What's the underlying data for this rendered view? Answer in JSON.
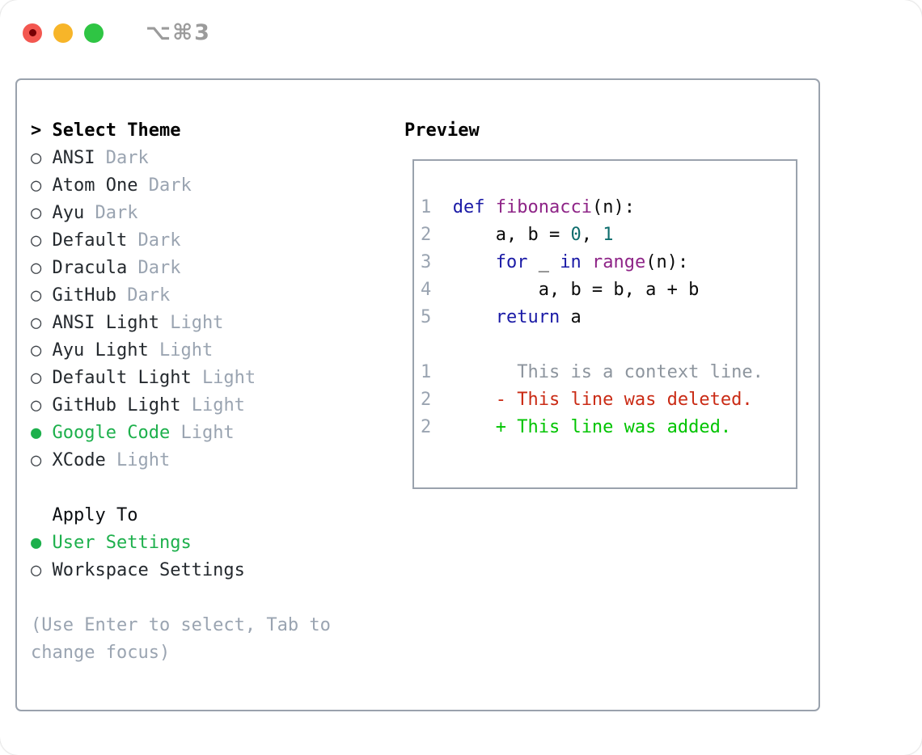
{
  "window": {
    "title": "⌥⌘3"
  },
  "colors": {
    "border_gray": "#9aa2ad",
    "text_dark": "#24292e",
    "muted_gray": "#9aa4b1",
    "selection_green": "#1db04c",
    "diff_added_green": "#00c400",
    "diff_deleted_red": "#ca2b15",
    "keyword_blue": "#1a1aa6",
    "function_purple": "#8e2487",
    "number_teal": "#0e6d6d",
    "titlebar_text_gray": "#9b9b9b",
    "traffic_red": "#f35750",
    "traffic_yellow": "#f7b529",
    "traffic_green": "#2fc544"
  },
  "theme_selector": {
    "prompt": ">",
    "header": "Select Theme",
    "radio_empty": "○",
    "radio_filled": "●",
    "themes": [
      {
        "name": "ANSI",
        "variant": "Dark",
        "selected": false
      },
      {
        "name": "Atom One",
        "variant": "Dark",
        "selected": false
      },
      {
        "name": "Ayu",
        "variant": "Dark",
        "selected": false
      },
      {
        "name": "Default",
        "variant": "Dark",
        "selected": false
      },
      {
        "name": "Dracula",
        "variant": "Dark",
        "selected": false
      },
      {
        "name": "GitHub",
        "variant": "Dark",
        "selected": false
      },
      {
        "name": "ANSI Light",
        "variant": "Light",
        "selected": false
      },
      {
        "name": "Ayu Light",
        "variant": "Light",
        "selected": false
      },
      {
        "name": "Default Light",
        "variant": "Light",
        "selected": false
      },
      {
        "name": "GitHub Light",
        "variant": "Light",
        "selected": false
      },
      {
        "name": "Google Code",
        "variant": "Light",
        "selected": true
      },
      {
        "name": "XCode",
        "variant": "Light",
        "selected": false
      }
    ],
    "apply_to": {
      "header": "Apply To",
      "options": [
        {
          "label": "User Settings",
          "selected": true
        },
        {
          "label": "Workspace Settings",
          "selected": false
        }
      ]
    },
    "help_text": "(Use Enter to select, Tab to change focus)"
  },
  "preview": {
    "header": "Preview",
    "code_lines": [
      {
        "number": "1",
        "tokens": [
          {
            "t": "kw",
            "s": "def"
          },
          {
            "t": "plain",
            "s": " "
          },
          {
            "t": "fn",
            "s": "fibonacci"
          },
          {
            "t": "plain",
            "s": "(n):"
          }
        ]
      },
      {
        "number": "2",
        "tokens": [
          {
            "t": "plain",
            "s": "    a, b = "
          },
          {
            "t": "num",
            "s": "0"
          },
          {
            "t": "plain",
            "s": ", "
          },
          {
            "t": "num",
            "s": "1"
          }
        ]
      },
      {
        "number": "3",
        "tokens": [
          {
            "t": "plain",
            "s": "    "
          },
          {
            "t": "kw",
            "s": "for"
          },
          {
            "t": "plain",
            "s": " _ "
          },
          {
            "t": "kw",
            "s": "in"
          },
          {
            "t": "plain",
            "s": " "
          },
          {
            "t": "fn",
            "s": "range"
          },
          {
            "t": "plain",
            "s": "(n):"
          }
        ]
      },
      {
        "number": "4",
        "tokens": [
          {
            "t": "plain",
            "s": "        a, b = b, a + b"
          }
        ]
      },
      {
        "number": "5",
        "tokens": [
          {
            "t": "plain",
            "s": "    "
          },
          {
            "t": "kw",
            "s": "return"
          },
          {
            "t": "plain",
            "s": " a"
          }
        ]
      },
      {
        "number": "",
        "tokens": []
      },
      {
        "number": "1",
        "tokens": [
          {
            "t": "ctx",
            "s": "      This is a context line."
          }
        ]
      },
      {
        "number": "2",
        "tokens": [
          {
            "t": "del",
            "s": "    - This line was deleted."
          }
        ]
      },
      {
        "number": "2",
        "tokens": [
          {
            "t": "add",
            "s": "    + This line was added."
          }
        ]
      }
    ]
  }
}
